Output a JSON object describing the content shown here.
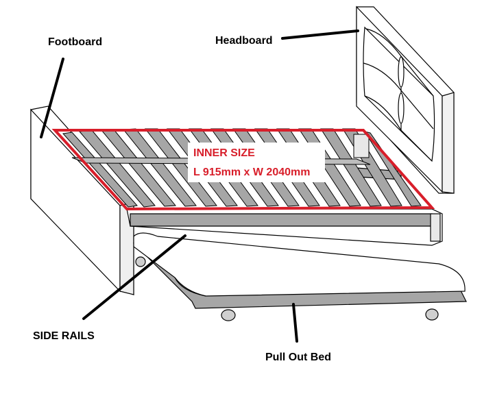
{
  "labels": {
    "footboard": "Footboard",
    "headboard": "Headboard",
    "side_rails": "SIDE RAILS",
    "pull_out_bed": "Pull Out Bed"
  },
  "inner_size": {
    "title": "INNER SIZE",
    "dimensions": "L 915mm x W 2040mm"
  },
  "colors": {
    "highlight": "#d81e2a",
    "slat_fill": "#a6a6a6",
    "outline": "#000000",
    "background": "#ffffff"
  }
}
